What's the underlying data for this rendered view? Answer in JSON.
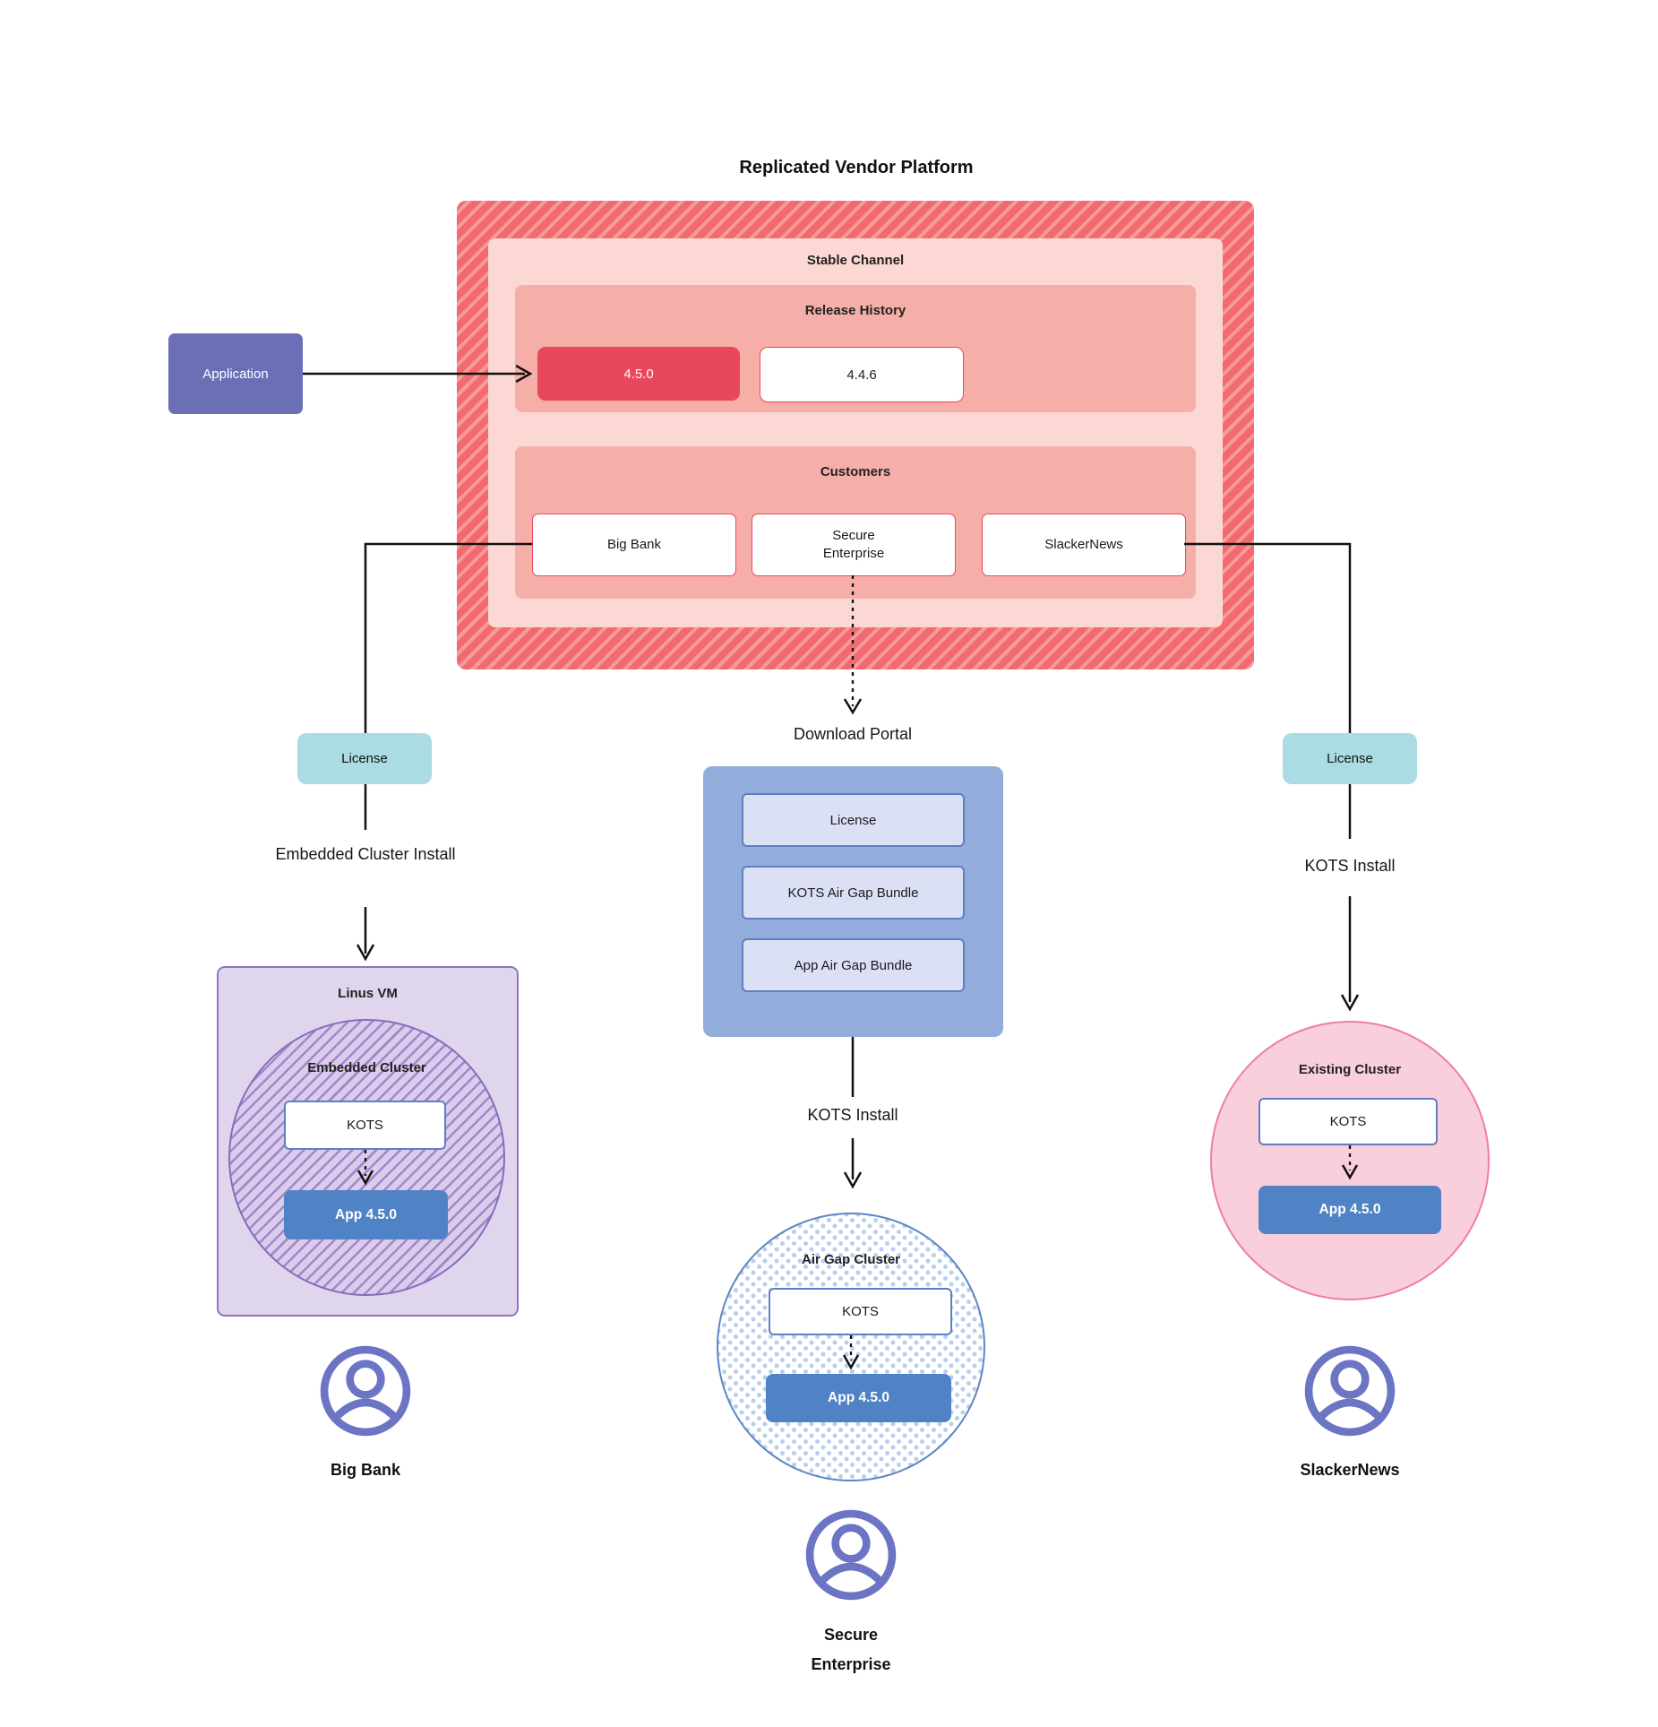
{
  "title": "Replicated Vendor Platform",
  "platform": {
    "stable_channel": {
      "label": "Stable Channel",
      "release_history": {
        "label": "Release History",
        "releases": [
          "4.5.0",
          "4.4.6"
        ],
        "current_release": "4.5.0"
      },
      "customers": {
        "label": "Customers",
        "items": [
          "Big Bank",
          "Secure Enterprise",
          "SlackerNews"
        ]
      }
    }
  },
  "application": {
    "label": "Application"
  },
  "download_portal": {
    "label": "Download Portal",
    "items": [
      "License",
      "KOTS Air Gap Bundle",
      "App Air Gap Bundle"
    ]
  },
  "branches": {
    "left": {
      "license": "License",
      "install_method": "Embedded Cluster Install",
      "vm_label": "Linus VM",
      "cluster_label": "Embedded Cluster",
      "kots": "KOTS",
      "app": "App 4.5.0",
      "customer": "Big Bank"
    },
    "middle": {
      "install_method": "KOTS Install",
      "cluster_label": "Air Gap Cluster",
      "kots": "KOTS",
      "app": "App 4.5.0",
      "customer": "Secure Enterprise"
    },
    "right": {
      "license": "License",
      "install_method": "KOTS Install",
      "cluster_label": "Existing Cluster",
      "kots": "KOTS",
      "app": "App 4.5.0",
      "customer": "SlackerNews"
    }
  },
  "colors": {
    "accent_red": "#e9485c",
    "hatch_red": "#f26a6e",
    "panel_salmon": "#f6aea8",
    "panel_pink": "#fbd8d4",
    "app_indigo": "#6a6fb6",
    "license_cyan": "#abdbe3",
    "portal_blue": "#92acdb",
    "portal_item": "#dbe0f5",
    "kots_border_blue": "#5e7fc0",
    "app_blue": "#5083c5",
    "vm_lavender": "#dfd6ee",
    "vm_border_purple": "#9173be",
    "existing_pink": "#f9cfdb",
    "existing_border": "#ef7ea0",
    "persona_indigo": "#6c74c4"
  }
}
